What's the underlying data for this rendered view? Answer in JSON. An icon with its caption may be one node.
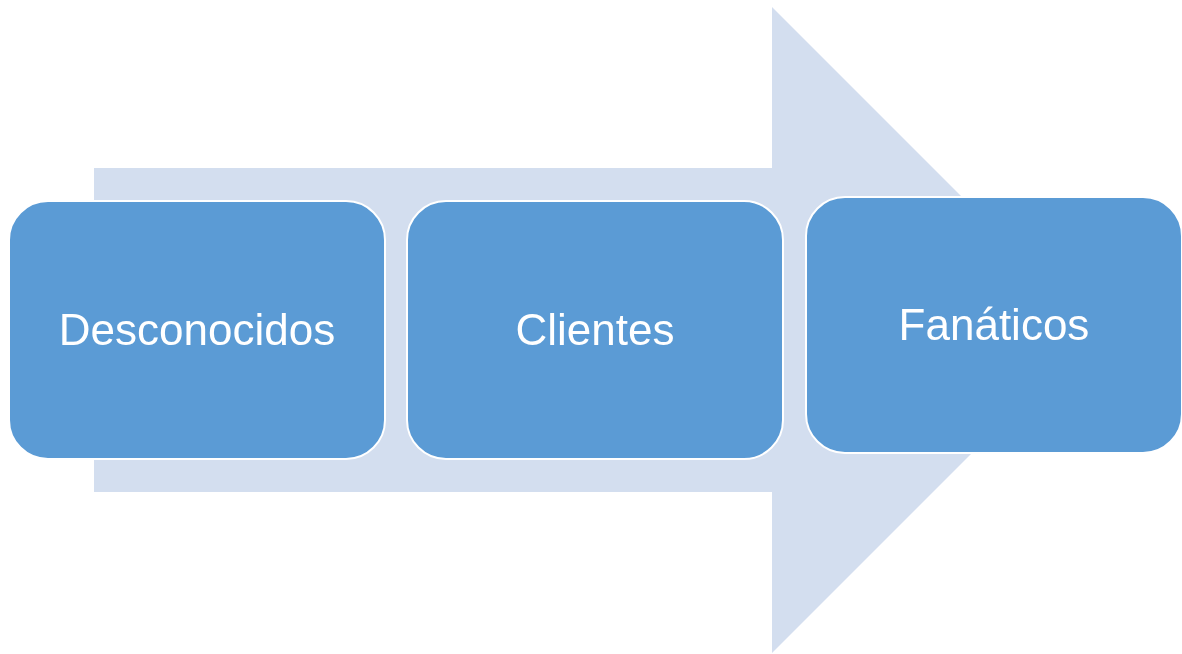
{
  "diagram": {
    "nodes": [
      {
        "text": [
          "Desconocidos"
        ]
      },
      {
        "text": [
          "Clientes"
        ]
      },
      {
        "text": [
          "Fanáticos"
        ]
      }
    ],
    "edges": [
      {
        "from": 0,
        "to": 2,
        "arrow": "to"
      }
    ]
  }
}
